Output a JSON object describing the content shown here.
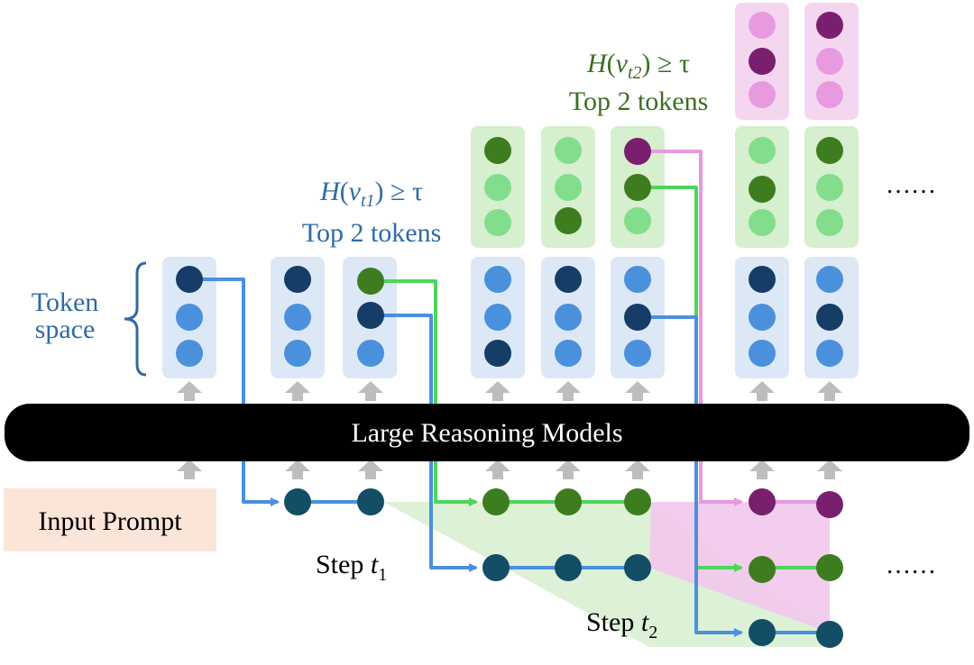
{
  "model_label": "Large Reasoning Models",
  "input_prompt": "Input Prompt",
  "token_space": [
    "Token",
    "space"
  ],
  "step_labels": [
    {
      "word": "Step",
      "var": "t",
      "sub": "1"
    },
    {
      "word": "Step",
      "var": "t",
      "sub": "2"
    }
  ],
  "conditions": [
    {
      "h": "H",
      "v": "v",
      "sub": "t1",
      "rel": "≥ τ",
      "topk": "Top 2 tokens"
    },
    {
      "h": "H",
      "v": "v",
      "sub": "t2",
      "rel": "≥ τ",
      "topk": "Top 2 tokens"
    }
  ],
  "ellipsis": "……",
  "colors": {
    "blue_box": "#dde8f6",
    "green_box": "#d6efcf",
    "pink_box": "#f5d6f0",
    "dark_navy": "#163d68",
    "mid_blue": "#4a90dd",
    "dark_green": "#3d7d1f",
    "light_green": "#82de8c",
    "dark_purple": "#7a1f6d",
    "light_pink": "#e79ae0",
    "teal_node": "#134d66",
    "blue_text": "#2f6aa4",
    "green_text": "#3b6e23"
  }
}
